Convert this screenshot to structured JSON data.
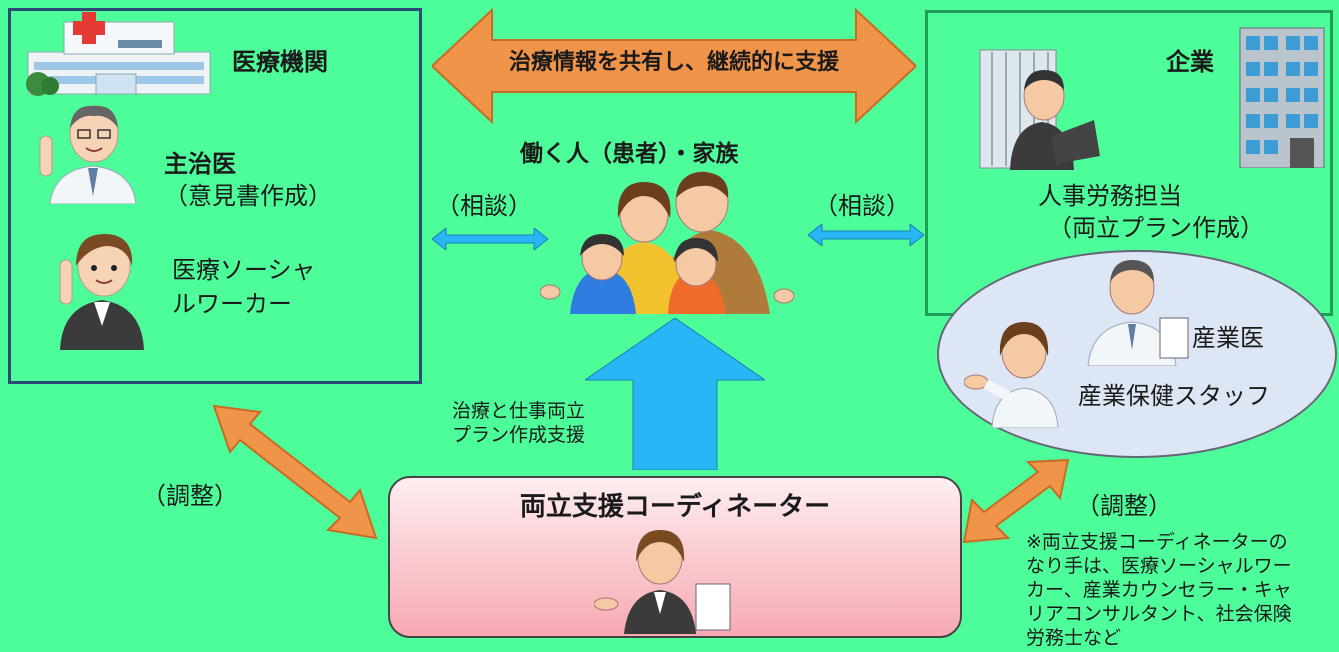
{
  "medical": {
    "title": "医療機関",
    "doctor": "主治医",
    "doctor_sub": "（意見書作成）",
    "msw_line1": "医療ソーシャ",
    "msw_line2": "ルワーカー"
  },
  "company": {
    "title": "企業",
    "hr_line1": "人事労務担当",
    "hr_line2": "（両立プラン作成）",
    "occ_doctor": "産業医",
    "occ_staff": "産業保健スタッフ"
  },
  "center": {
    "share_arrow": "治療情報を共有し、継続的に支援",
    "worker": "働く人（患者）・家族",
    "consult_left": "（相談）",
    "consult_right": "（相談）",
    "support_line1": "治療と仕事両立",
    "support_line2": "プラン作成支援"
  },
  "coordinator": {
    "title": "両立支援コーディネーター",
    "adjust_left": "（調整）",
    "adjust_right": "（調整）"
  },
  "note": {
    "line1": "※両立支援コーディネーターの",
    "line2": "なり手は、医療ソーシャルワー",
    "line3": "カー、産業カウンセラー・キャ",
    "line4": "リアコンサルタント、社会保険",
    "line5": "労務士など"
  },
  "colors": {
    "background": "#4dfd9a",
    "orange_arrow": "#f0944a",
    "blue_arrow": "#29b6f6",
    "coordinator_box": "#f7a9b2"
  },
  "icons": [
    "hospital-icon",
    "doctor-icon",
    "social-worker-icon",
    "family-icon",
    "office-building-icon",
    "businessman-laptop-icon",
    "occupational-doctor-icon",
    "nurse-icon",
    "coordinator-icon"
  ]
}
